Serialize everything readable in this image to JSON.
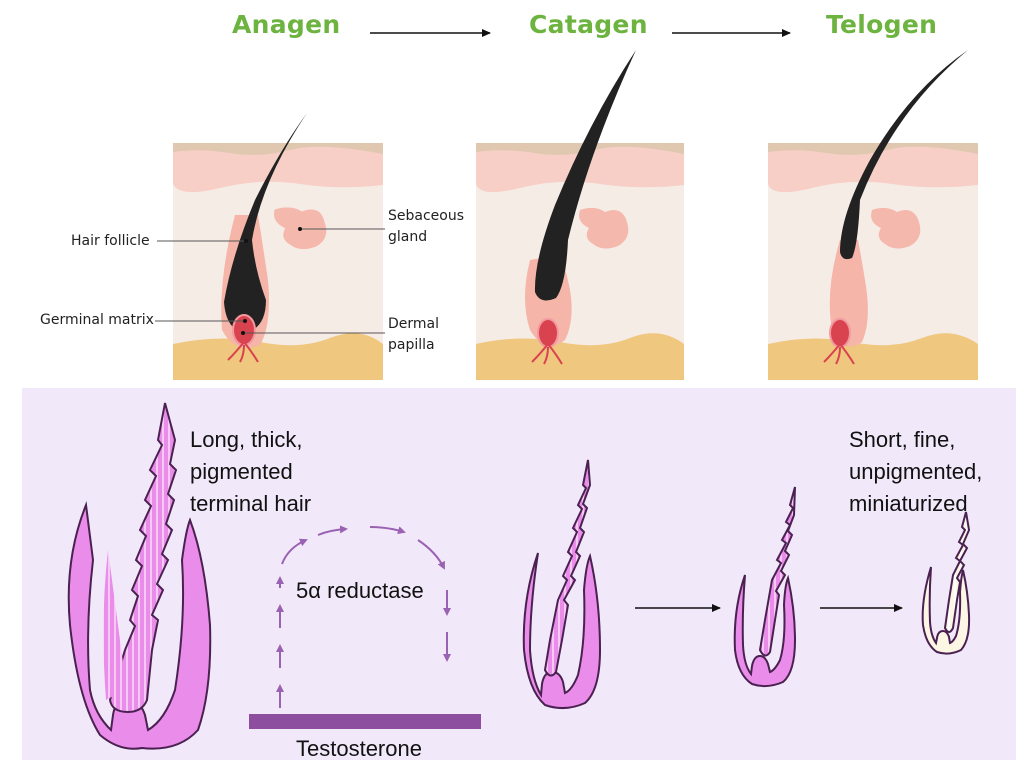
{
  "stages": {
    "anagen": "Anagen",
    "catagen": "Catagen",
    "telogen": "Telogen"
  },
  "labels": {
    "hair_follicle": "Hair follicle",
    "sebaceous_line1": "Sebaceous",
    "sebaceous_line2": "gland",
    "germinal_matrix": "Germinal matrix",
    "dermal_line1": "Dermal",
    "dermal_line2": "papilla"
  },
  "bottom": {
    "terminal_line1": "Long, thick,",
    "terminal_line2": "pigmented",
    "terminal_line3": "terminal hair",
    "vellus_line1": "Short, fine,",
    "vellus_line2": "unpigmented,",
    "vellus_line3": "miniaturized",
    "enzyme": "5α reductase",
    "hormone": "Testosterone"
  },
  "colors": {
    "stage_title": "#6db33f",
    "epidermis_top": "#dfc7b0",
    "epidermis_pink": "#f7cfc6",
    "dermis": "#f6ece6",
    "subcutis": "#efc77e",
    "hair": "#222222",
    "papilla": "#d9434f",
    "panel_bg": "#f1e8fa",
    "follicle_pink": "#ea8ce9",
    "follicle_outline": "#4a2150",
    "testosterone_bar": "#8e4ea0",
    "arrow_purple": "#9a62b2"
  }
}
